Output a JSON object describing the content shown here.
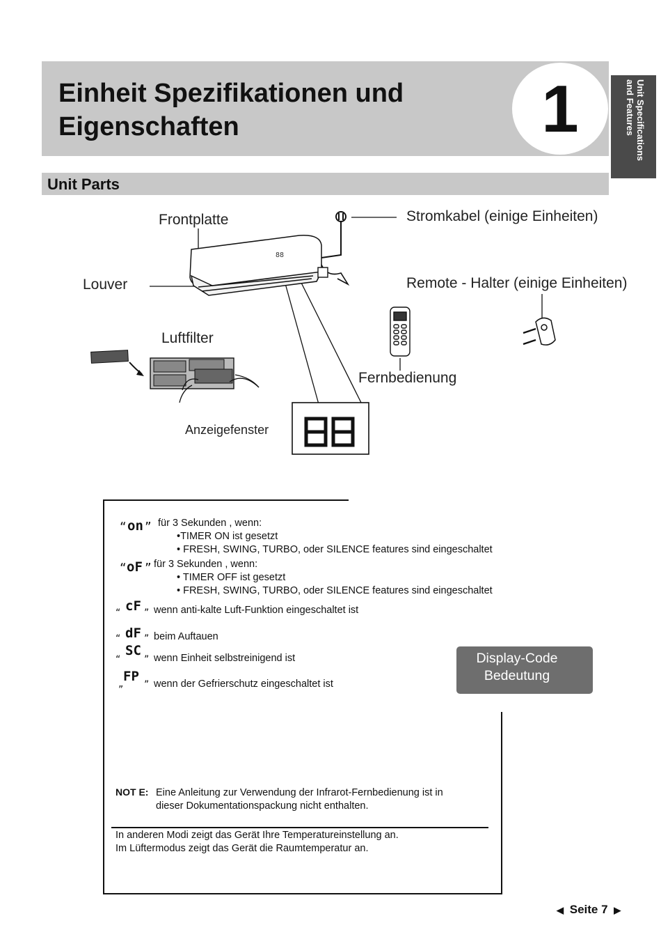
{
  "header": {
    "title_line1": "Einheit Spezifikationen und",
    "title_line2": "Eigenschaften",
    "chapter_number": "1",
    "side_tab": "Unit Specifications and Features"
  },
  "section": {
    "title": "Unit Parts"
  },
  "diagram": {
    "labels": {
      "front_panel": "Frontplatte",
      "power_cable": "Stromkabel (einige Einheiten)",
      "louver": "Louver",
      "remote_holder": "Remote - Halter (einige Einheiten)",
      "air_filter": "Luftfilter",
      "remote_control": "Fernbedienung",
      "display_window": "Anzeigefenster"
    },
    "display_digits": "88"
  },
  "legend": {
    "on": {
      "code": "on",
      "text": "für 3 Sekunden , wenn:",
      "bullets": [
        "•TIMER ON ist gesetzt",
        "• FRESH, SWING, TURBO, oder  SILENCE features sind eingeschaltet"
      ]
    },
    "of": {
      "code": "oF",
      "text": "für 3 Sekunden , wenn:",
      "bullets": [
        "• TIMER OFF ist gesetzt",
        "• FRESH, SWING, TURBO,  oder  SILENCE features sind eingeschaltet"
      ]
    },
    "items": [
      {
        "code": "cF",
        "text": "wenn anti-kalte Luft-Funktion eingeschaltet ist"
      },
      {
        "code": "dF",
        "text": "beim Auftauen"
      },
      {
        "code": "SC",
        "text": "wenn Einheit selbstreinigend ist"
      },
      {
        "code": "FP",
        "text": "wenn der Gefrierschutz eingeschaltet ist"
      }
    ],
    "badge_line1": "Display-Code",
    "badge_line2": "Bedeutung",
    "note_label": "NOT E:",
    "note_line1": "Eine Anleitung zur Verwendung der Infrarot-Fernbedienung ist in",
    "note_line2": "dieser Dokumentationspackung nicht enthalten.",
    "footer_line1": "In anderen Modi zeigt das Gerät Ihre Temperatureinstellung an.",
    "footer_line2": "Im Lüftermodus zeigt das Gerät die Raumtemperatur an."
  },
  "page": {
    "label": "Seite 7"
  }
}
